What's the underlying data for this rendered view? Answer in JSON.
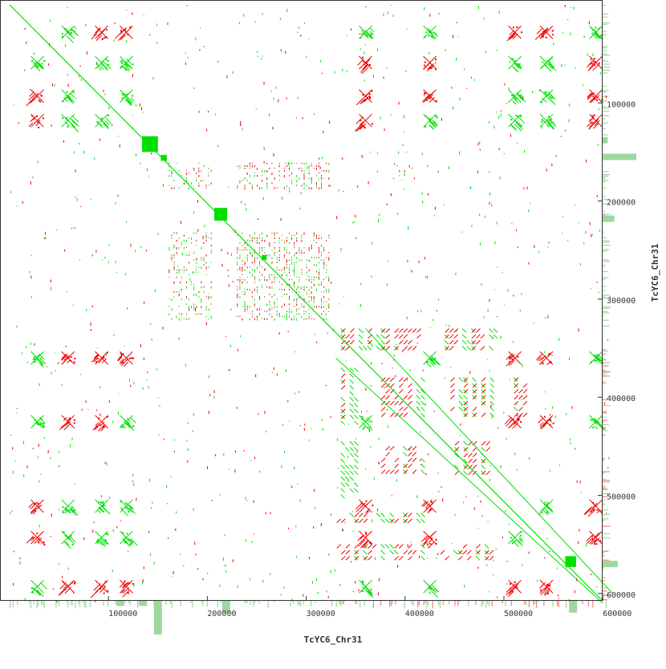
{
  "chart_data": {
    "type": "scatter",
    "subtype": "dotplot",
    "xlabel": "TcYC6_Chr31",
    "ylabel": "TcYC6_Chr31",
    "xlim": [
      0,
      610000
    ],
    "ylim": [
      0,
      610000
    ],
    "x_ticks": [
      {
        "value": 100000,
        "label": "100000"
      },
      {
        "value": 200000,
        "label": "200000"
      },
      {
        "value": 300000,
        "label": "300000"
      },
      {
        "value": 400000,
        "label": "400000"
      },
      {
        "value": 500000,
        "label": "500000"
      },
      {
        "value": 600000,
        "label": "600000"
      }
    ],
    "y_ticks": [
      {
        "value": 100000,
        "label": "100000"
      },
      {
        "value": 200000,
        "label": "200000"
      },
      {
        "value": 300000,
        "label": "300000"
      },
      {
        "value": 400000,
        "label": "400000"
      },
      {
        "value": 500000,
        "label": "500000"
      },
      {
        "value": 600000,
        "label": "600000"
      }
    ],
    "colors": {
      "forward": "#00e000",
      "reverse": "#ee0000",
      "forward_hist": "#9fd89f",
      "reverse_hist": "#f08080",
      "frame": "#333333"
    },
    "legend": "none",
    "grid": false,
    "main_diagonal": {
      "from": 0,
      "to": 610000,
      "strand": "+"
    },
    "tandem_blocks": [
      {
        "start": 134000,
        "end": 150000
      },
      {
        "start": 153000,
        "end": 159000
      },
      {
        "start": 207000,
        "end": 220000
      },
      {
        "start": 255000,
        "end": 260000
      },
      {
        "start": 562000,
        "end": 573000
      }
    ],
    "repeat_positions": [
      28000,
      59000,
      93000,
      118000,
      360000,
      425000,
      511000,
      543000,
      593000
    ],
    "repeat_strands": [
      [
        "",
        "+",
        "-",
        "-",
        "+",
        "+",
        "-",
        "-",
        "+"
      ],
      [
        "+",
        "",
        "+",
        "+",
        "-",
        "-",
        "+",
        "+",
        "-"
      ],
      [
        "-",
        "+",
        "",
        "+",
        "-",
        "-",
        "+",
        "+",
        "-"
      ],
      [
        "-",
        "+",
        "+",
        "",
        "-",
        "+",
        "+",
        "+",
        "-"
      ],
      [
        "+",
        "-",
        "-",
        "-",
        "",
        "+",
        "-",
        "-",
        "+"
      ],
      [
        "+",
        "-",
        "-",
        "+",
        "+",
        "",
        "-",
        "-",
        "+"
      ],
      [
        "-",
        "+",
        "+",
        "+",
        "-",
        "-",
        "",
        "+",
        "-"
      ],
      [
        "-",
        "+",
        "+",
        "+",
        "-",
        "-",
        "+",
        "",
        "-"
      ],
      [
        "+",
        "-",
        "-",
        "-",
        "+",
        "+",
        "-",
        "-",
        ""
      ]
    ],
    "dot_blocks": [
      {
        "x": [
          161000,
          204000
        ],
        "y": [
          161000,
          188000
        ],
        "density": 0.5
      },
      {
        "x": [
          230000,
          324000
        ],
        "y": [
          161000,
          188000
        ],
        "density": 0.6
      },
      {
        "x": [
          161000,
          204000
        ],
        "y": [
          232000,
          320000
        ],
        "density": 0.5
      },
      {
        "x": [
          230000,
          324000
        ],
        "y": [
          232000,
          320000
        ],
        "density": 0.7
      },
      {
        "x": [
          384000,
          410000
        ],
        "y": [
          161000,
          180000
        ],
        "density": 0.2
      }
    ],
    "hatch_blocks": [
      {
        "x": [
          335000,
          420000
        ],
        "y": [
          330000,
          350000
        ]
      },
      {
        "x": [
          440000,
          490000
        ],
        "y": [
          330000,
          350000
        ]
      },
      {
        "x": [
          335000,
          350000
        ],
        "y": [
          370000,
          430000
        ]
      },
      {
        "x": [
          380000,
          420000
        ],
        "y": [
          380000,
          420000
        ]
      },
      {
        "x": [
          450000,
          490000
        ],
        "y": [
          380000,
          420000
        ]
      },
      {
        "x": [
          510000,
          525000
        ],
        "y": [
          380000,
          420000
        ]
      },
      {
        "x": [
          335000,
          350000
        ],
        "y": [
          445000,
          500000
        ]
      },
      {
        "x": [
          380000,
          420000
        ],
        "y": [
          450000,
          480000
        ]
      },
      {
        "x": [
          450000,
          490000
        ],
        "y": [
          445000,
          480000
        ]
      },
      {
        "x": [
          335000,
          420000
        ],
        "y": [
          550000,
          565000
        ]
      },
      {
        "x": [
          440000,
          490000
        ],
        "y": [
          550000,
          565000
        ]
      },
      {
        "x": [
          335000,
          420000
        ],
        "y": [
          518000,
          530000
        ]
      }
    ],
    "x_margin_peaks": [
      {
        "pos": 150000,
        "size": 1.0,
        "strand": "+"
      },
      {
        "pos": 219000,
        "size": 0.35,
        "strand": "+"
      },
      {
        "pos": 570000,
        "size": 0.35,
        "strand": "+"
      },
      {
        "pos": 112000,
        "size": 0.15,
        "strand": "+"
      },
      {
        "pos": 135000,
        "size": 0.15,
        "strand": "+"
      }
    ],
    "y_margin_peaks": [
      {
        "pos": 155000,
        "size": 1.0,
        "strand": "+"
      },
      {
        "pos": 218000,
        "size": 0.35,
        "strand": "+"
      },
      {
        "pos": 570000,
        "size": 0.45,
        "strand": "+"
      },
      {
        "pos": 138000,
        "size": 0.15,
        "strand": "+"
      }
    ]
  }
}
